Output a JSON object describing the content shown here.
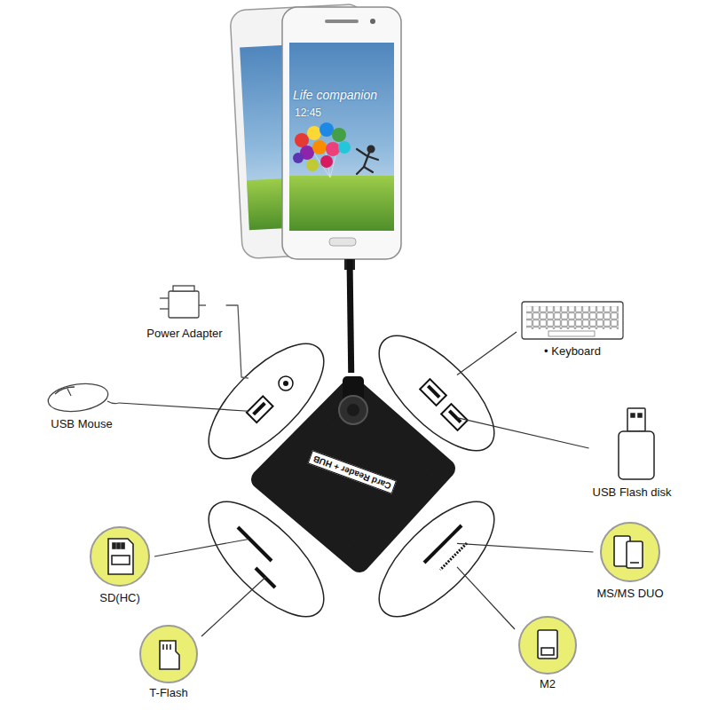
{
  "diagram": {
    "nodes": [
      {
        "text": [
          "Life companion",
          "12:45"
        ]
      },
      {
        "text": [
          "Power Adapter"
        ]
      },
      {
        "text": [
          "• Keyboard"
        ]
      },
      {
        "text": [
          "USB Mouse"
        ]
      },
      {
        "text": [
          "Card Reader + HUB"
        ]
      },
      {
        "text": [
          "USB Flash disk"
        ]
      },
      {
        "text": [
          "SD(HC)"
        ]
      },
      {
        "text": [
          "MS/MS DUO"
        ]
      },
      {
        "text": [
          "T-Flash"
        ]
      },
      {
        "text": [
          "M2"
        ]
      }
    ],
    "edges": [
      {
        "from": 0,
        "to": 4,
        "arrow": "none"
      },
      {
        "from": 1,
        "to": 4,
        "arrow": "none"
      },
      {
        "from": 2,
        "to": 4,
        "arrow": "none"
      },
      {
        "from": 3,
        "to": 4,
        "arrow": "none"
      },
      {
        "from": 5,
        "to": 4,
        "arrow": "none"
      },
      {
        "from": 6,
        "to": 4,
        "arrow": "none"
      },
      {
        "from": 7,
        "to": 4,
        "arrow": "none"
      },
      {
        "from": 8,
        "to": 4,
        "arrow": "none"
      },
      {
        "from": 9,
        "to": 4,
        "arrow": "none"
      }
    ]
  }
}
